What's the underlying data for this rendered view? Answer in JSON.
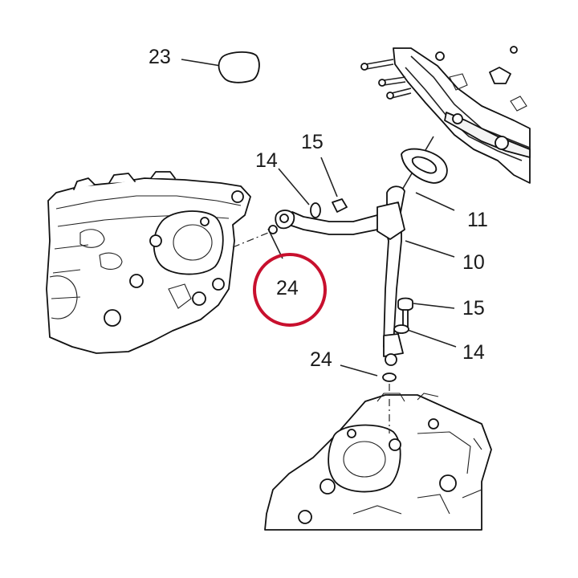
{
  "callouts": [
    {
      "id": "23",
      "label": "23"
    },
    {
      "id": "15-top",
      "label": "15"
    },
    {
      "id": "14-top",
      "label": "14"
    },
    {
      "id": "11",
      "label": "11"
    },
    {
      "id": "10",
      "label": "10"
    },
    {
      "id": "24-highlighted",
      "label": "24"
    },
    {
      "id": "15-mid",
      "label": "15"
    },
    {
      "id": "14-mid",
      "label": "14"
    },
    {
      "id": "24-bottom",
      "label": "24"
    }
  ],
  "colors": {
    "highlight": "#c8102e",
    "line": "#111111",
    "background": "#ffffff"
  }
}
